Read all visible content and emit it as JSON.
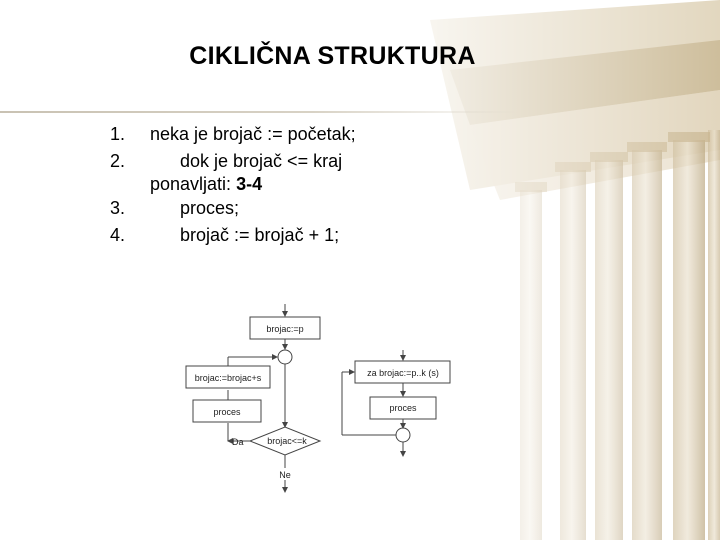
{
  "slide": {
    "title": "CIKLIČNA STRUKTURA",
    "steps": [
      {
        "number": "1.",
        "text": "neka je brojač := početak;"
      },
      {
        "number": "2.",
        "text": "dok je brojač <= kraj"
      },
      {
        "number": "",
        "text": "ponavljati: ",
        "bold": "3-4"
      },
      {
        "number": "3.",
        "text": "proces;"
      },
      {
        "number": "4.",
        "text": "brojač := brojač + 1;"
      }
    ]
  },
  "flowchart_left": {
    "init_box": "brojac:=p",
    "increment_box": "brojac:=brojac+s",
    "process_box": "proces",
    "condition": "brojac<=k",
    "yes_label": "Da",
    "no_label": "Ne"
  },
  "flowchart_right": {
    "loop_box": "za brojac:=p..k (s)",
    "process_box": "proces"
  },
  "colors": {
    "background": "#ffffff",
    "text": "#000000",
    "diagram_stroke": "#444444",
    "rule": "#cfc8ba",
    "column_shade": "#d9cdb4"
  }
}
